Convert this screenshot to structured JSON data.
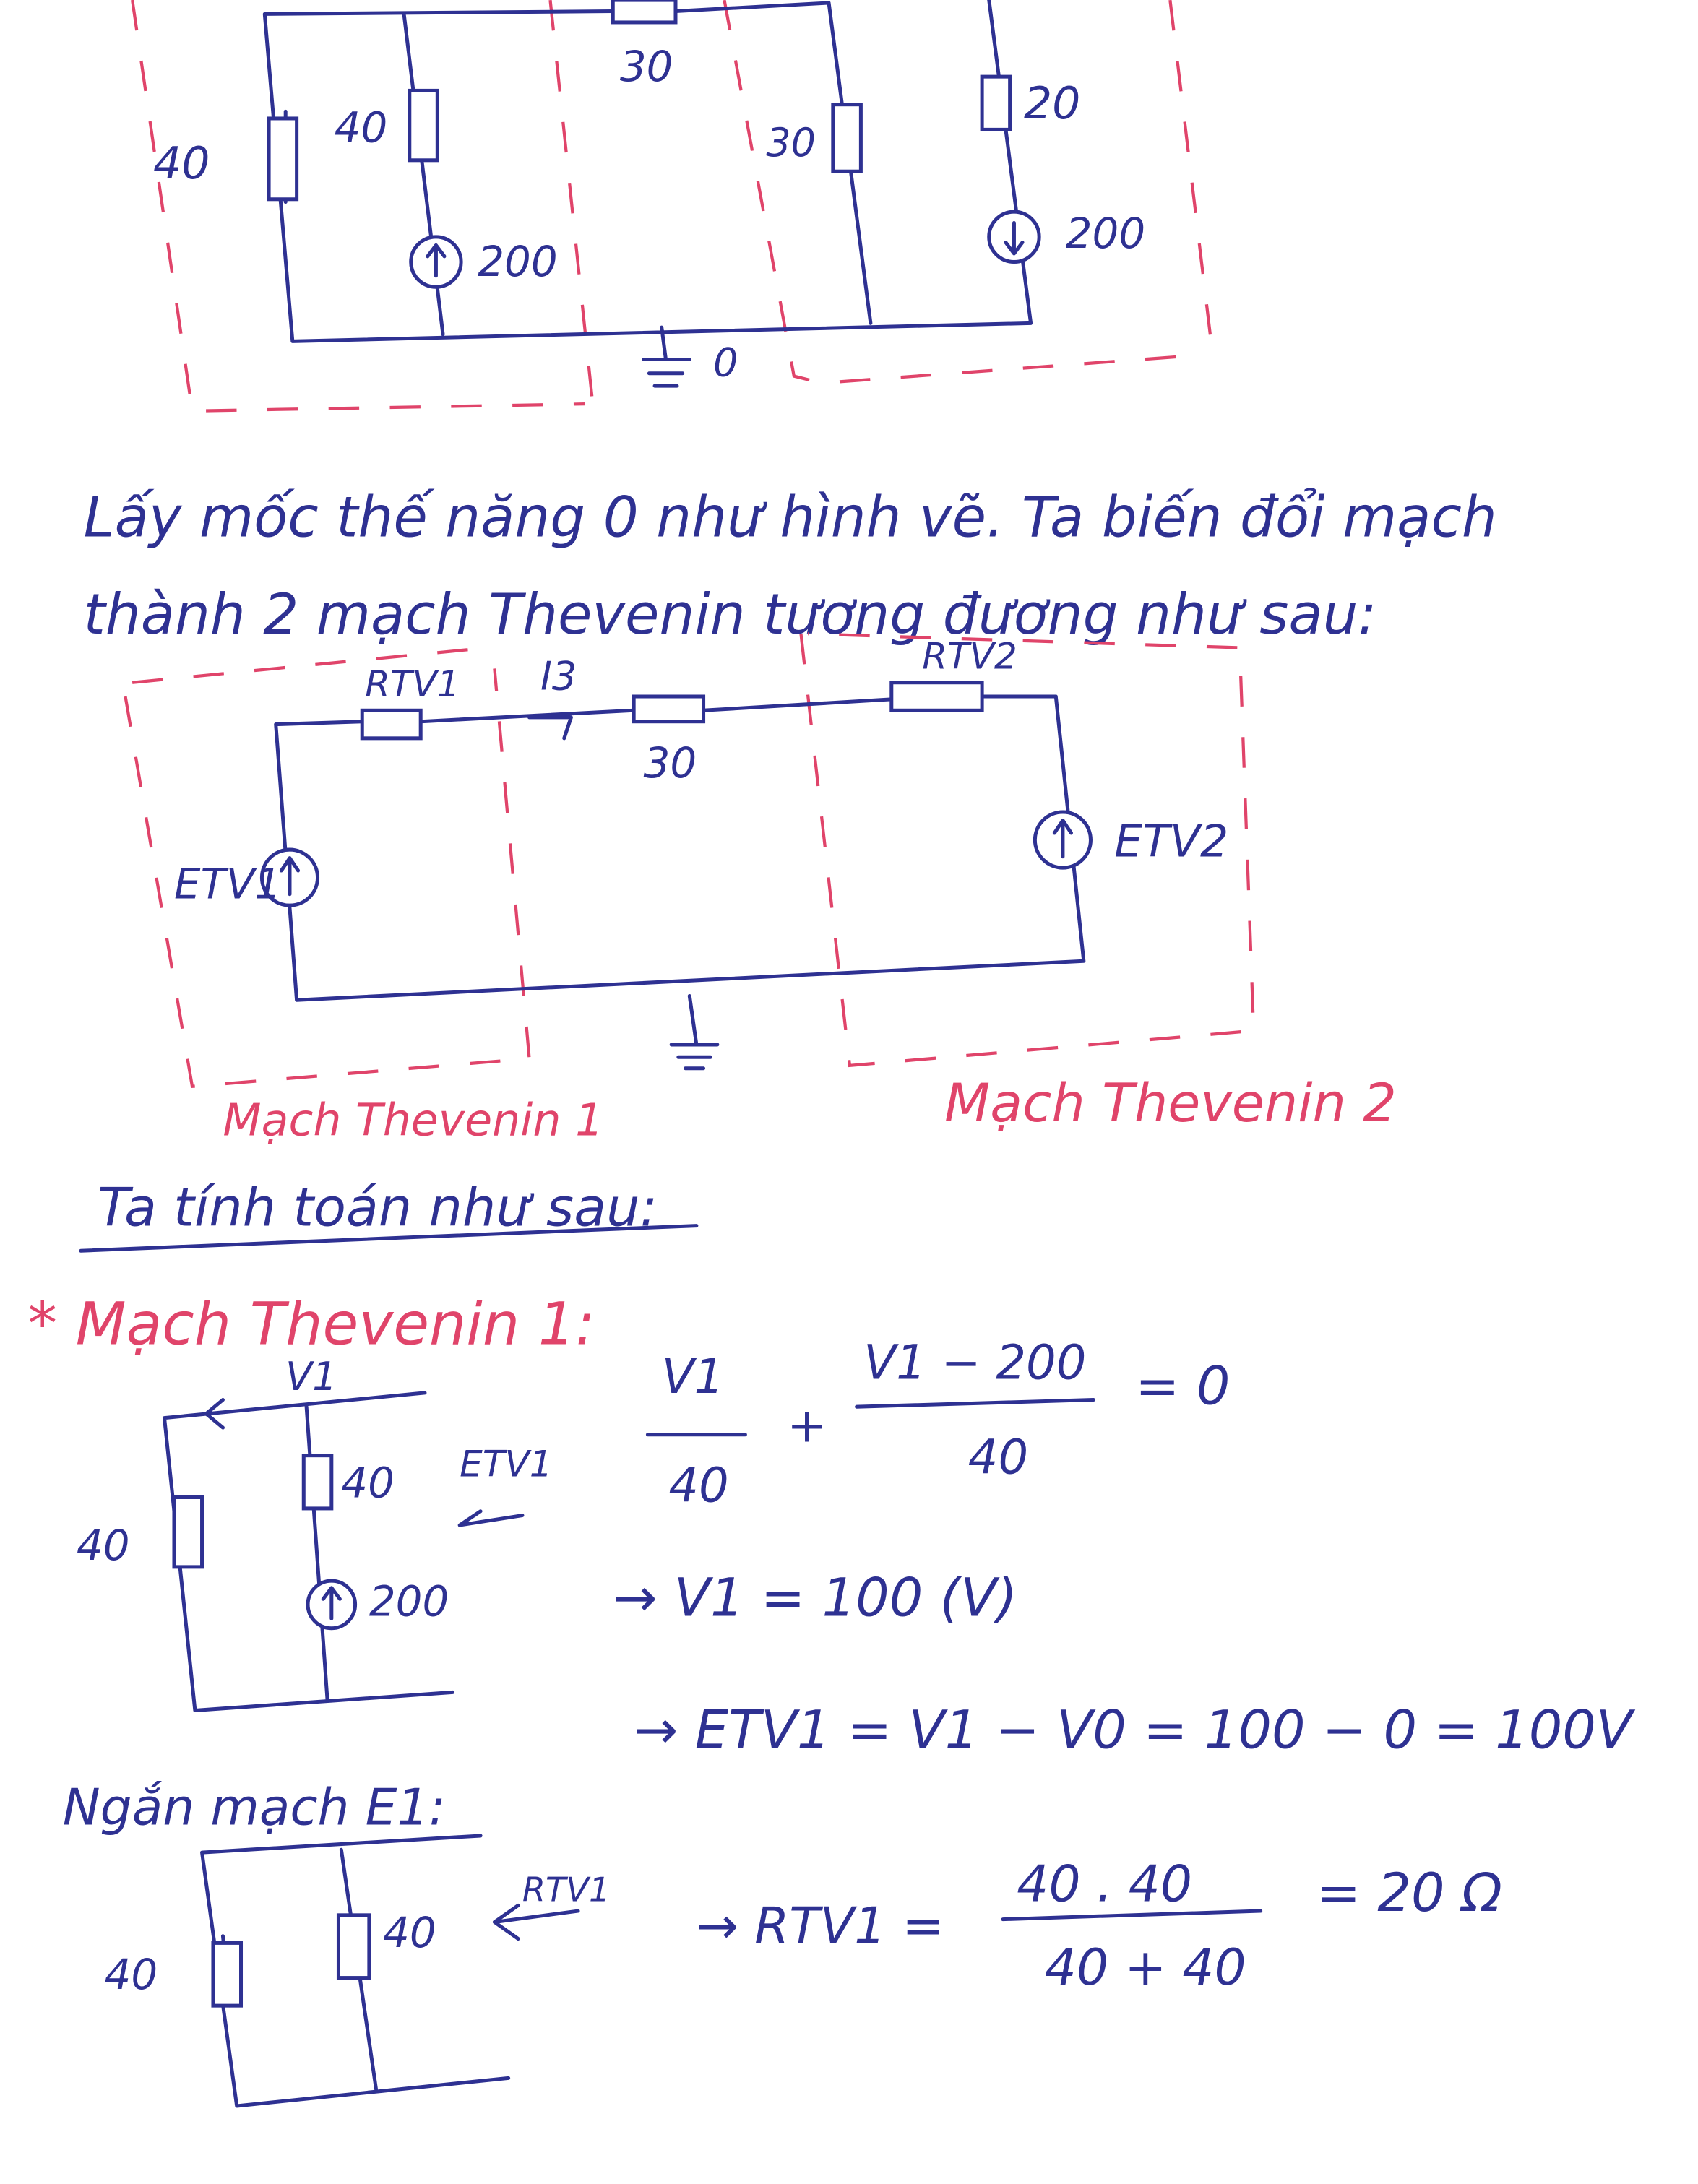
{
  "colors": {
    "ink": "#2e3192",
    "red": "#e0446a"
  },
  "top_circuit": {
    "r1": "40",
    "r2": "40",
    "r_mid": "30",
    "r3": "30",
    "r4": "20",
    "src1": "200",
    "src2": "200",
    "ground": "0"
  },
  "paragraph": {
    "line1": "Lấy mốc thế năng 0 như hình vẽ. Ta biến đổi mạch",
    "line2": "thành 2 mạch Thevenin tương đương như sau:"
  },
  "thevenin_circuit": {
    "rtv1": "RTV1",
    "i3": "I3",
    "r_mid": "30",
    "rtv2": "RTV2",
    "etv1": "ETV1",
    "etv2": "ETV2",
    "label1": "Mạch Thevenin 1",
    "label2": "Mạch Thevenin 2"
  },
  "calc_heading": "Ta tính toán như sau:",
  "section1": {
    "title": "* Mạch Thevenin 1:",
    "node": "V1",
    "r_left": "40",
    "r_right": "40",
    "etv1": "ETV1",
    "src": "200",
    "eq1_num1": "V1",
    "eq1_den1": "40",
    "eq1_plus": "+",
    "eq1_num2": "V1 − 200",
    "eq1_den2": "40",
    "eq1_rhs": "= 0",
    "eq2": "→ V1 = 100 (V)",
    "eq3": "→ ETV1 = V1 − V0 = 100 − 0 = 100V"
  },
  "section2": {
    "title": "Ngắn mạch E1:",
    "r_left": "40",
    "r_right": "40",
    "rtv1": "RTV1",
    "eq_lhs": "→ RTV1 =",
    "eq_num": "40 . 40",
    "eq_den": "40 + 40",
    "eq_rhs": "= 20 Ω"
  }
}
